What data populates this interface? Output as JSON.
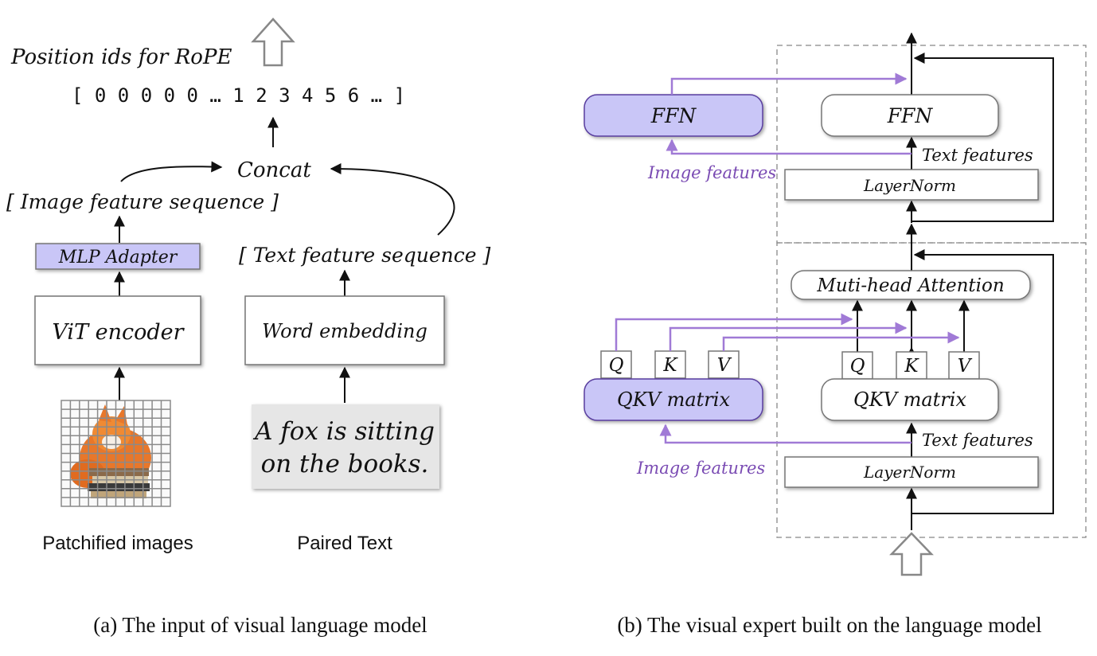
{
  "panel_a": {
    "position_ids_label": "Position ids for RoPE",
    "position_ids": "[ 0 0 0 0 0 … 1 2 3 4 5 6 … ]",
    "concat_label": "Concat",
    "image_feature_sequence": "[ Image feature sequence ]",
    "text_feature_sequence": "[ Text  feature sequence ]",
    "mlp_adapter": "MLP Adapter",
    "vit_encoder": "ViT encoder",
    "word_embedding": "Word embedding",
    "paired_text_line1": "A fox is sitting",
    "paired_text_line2": "on the books.",
    "patchified_images_caption": "Patchified images",
    "paired_text_caption": "Paired Text",
    "caption": "(a) The input of visual language model"
  },
  "panel_b": {
    "ffn_image": "FFN",
    "ffn_text": "FFN",
    "text_features_top": "Text features",
    "image_features_top": "Image features",
    "layernorm_top": "LayerNorm",
    "multi_head_attention": "Muti-head Attention",
    "q_image": "Q",
    "k_image": "K",
    "v_image": "V",
    "q_text": "Q",
    "k_text": "K",
    "v_text": "V",
    "qkv_image": "QKV matrix",
    "qkv_text": "QKV matrix",
    "text_features_bottom": "Text features",
    "image_features_bottom": "Image features",
    "layernorm_bottom": "LayerNorm",
    "caption": "(b) The visual expert built on the language model"
  },
  "colors": {
    "image_expert_fill": "#c9c6f7",
    "image_feature_arrow": "#a07ad6",
    "image_feature_text": "#7a4bb3"
  }
}
